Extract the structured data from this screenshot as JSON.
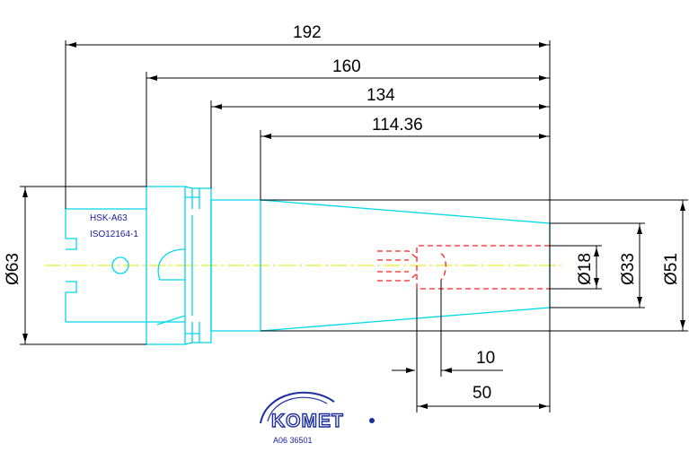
{
  "dimensions": {
    "len_192": "192",
    "len_160": "160",
    "len_134": "134",
    "len_114": "114.36",
    "dia_63": "Ø63",
    "dia_18": "Ø18",
    "dia_33": "Ø33",
    "dia_51": "Ø51",
    "len_10": "10",
    "len_50": "50"
  },
  "notes": {
    "line1": "HSK-A63",
    "line2": "ISO12164-1"
  },
  "logo": {
    "brand": "KOMET",
    "code": "A06 36501"
  },
  "colors": {
    "part_outline": "#00d8e8",
    "dimension": "#000000",
    "hidden": "#ff2020",
    "centerline": "#e6e600",
    "brand": "#1d2f9e"
  }
}
